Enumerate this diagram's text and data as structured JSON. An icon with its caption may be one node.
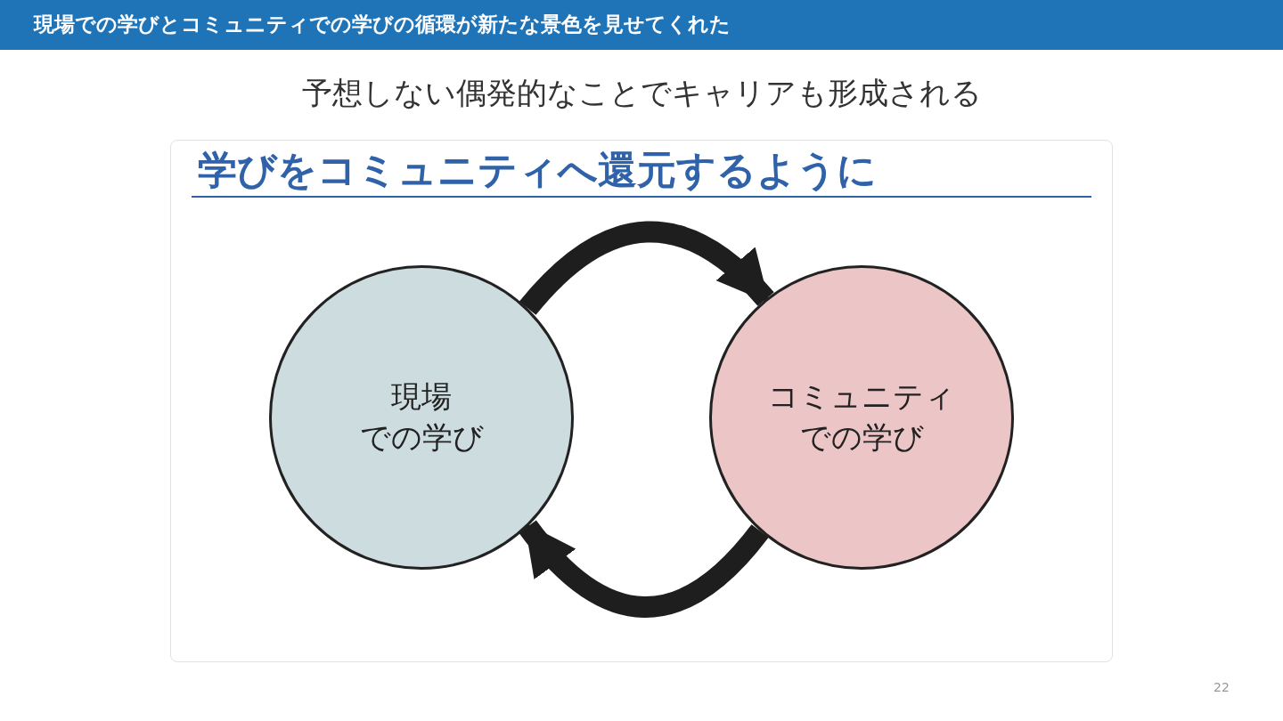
{
  "diagram": {
    "title": "現場での学びとコミュニティでの学びの循環が新たな景色を見せてくれた",
    "nodes": [
      {
        "text": [
          "現場での学び"
        ]
      },
      {
        "text": [
          "コミュニティでの学び"
        ]
      }
    ],
    "edges": [
      {
        "from": 0,
        "to": 1,
        "arrow": "to"
      },
      {
        "from": 1,
        "to": 0,
        "arrow": "to"
      }
    ],
    "labels": [
      "予想しない偶発的なことでキャリアも形成される",
      "学びをコミュニティへ還元するように",
      "22"
    ]
  }
}
